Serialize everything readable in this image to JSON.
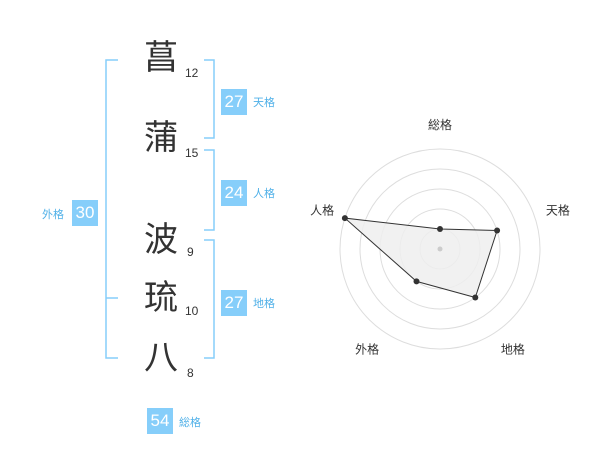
{
  "name_chars": [
    {
      "char": "菖",
      "strokes": "12"
    },
    {
      "char": "蒲",
      "strokes": "15"
    },
    {
      "char": "波",
      "strokes": "9"
    },
    {
      "char": "琉",
      "strokes": "10"
    },
    {
      "char": "八",
      "strokes": "8"
    }
  ],
  "fortunes": {
    "tenkaku": {
      "value": "27",
      "label": "天格"
    },
    "jinkaku": {
      "value": "24",
      "label": "人格"
    },
    "chikaku": {
      "value": "27",
      "label": "地格"
    },
    "gaikaku": {
      "value": "30",
      "label": "外格"
    },
    "soukaku": {
      "value": "54",
      "label": "総格"
    }
  },
  "colors": {
    "accent": "#86cefa",
    "accent_text": "#4fb0e8",
    "text": "#333333",
    "grid": "#dddddd",
    "polygon_fill": "#eeeeee",
    "point": "#333333"
  },
  "chart_data": {
    "type": "radar",
    "axes": [
      "総格",
      "天格",
      "地格",
      "外格",
      "人格"
    ],
    "values": [
      1,
      3,
      3,
      2,
      5
    ],
    "max": 5,
    "rings": 5,
    "grid": true
  }
}
